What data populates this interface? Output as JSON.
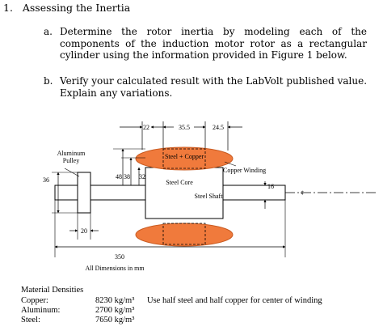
{
  "question": {
    "number": "1.",
    "title": "Assessing the Inertia"
  },
  "parts": [
    {
      "label": "a.",
      "text": "Determine the rotor inertia by modeling each of the components of the induction motor rotor as a rectangular cylinder using the information provided in Figure 1 below."
    },
    {
      "label": "b.",
      "text": "Verify your calculated result with the LabVolt published value. Explain any variations."
    }
  ],
  "figure": {
    "labels": {
      "aluminum_pulley": [
        "Aluminum",
        "Pulley"
      ],
      "steel_copper": "Steel + Copper",
      "copper_winding": "Copper Winding",
      "steel_core": "Steel Core",
      "steel_shaft": "Steel Shaft",
      "centerline": "¢",
      "note": "All Dimensions in mm"
    },
    "dimensions": {
      "d22": "22",
      "d35_5": "35.5",
      "d24_5": "24.5",
      "d48": "48",
      "d38": "38",
      "d32": "32",
      "d36": "36",
      "d16": "16",
      "d20": "20",
      "d350": "350"
    },
    "colors": {
      "winding": "#f07a3c",
      "winding_edge": "#c85a20"
    }
  },
  "materials": {
    "header": "Material Densities",
    "rows": [
      {
        "name": "Copper:",
        "value": "8230 kg/m³",
        "note": "Use half steel and half copper for center of winding"
      },
      {
        "name": "Aluminum:",
        "value": "2700 kg/m³",
        "note": ""
      },
      {
        "name": "Steel:",
        "value": "7650 kg/m³",
        "note": ""
      }
    ]
  }
}
